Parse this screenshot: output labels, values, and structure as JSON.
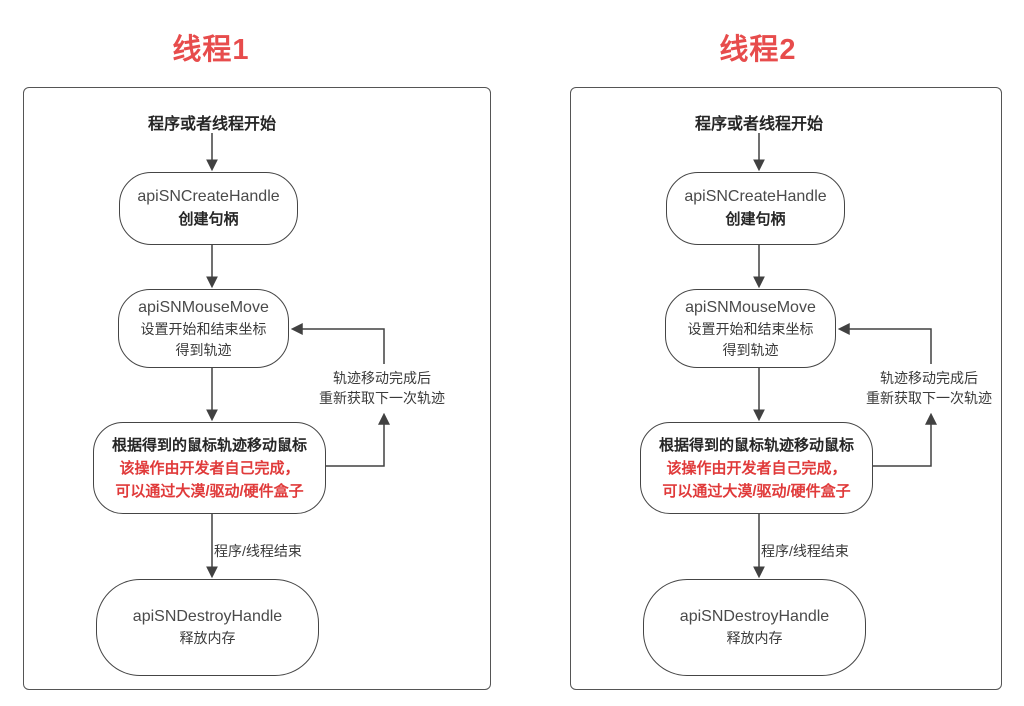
{
  "colors": {
    "title_red": "#e74c4c",
    "warning_red": "#e03a3a",
    "line": "#414141",
    "node_border": "#454545",
    "frame_border": "#555555",
    "text_dark": "#262626",
    "text_gray": "#4a4a4a"
  },
  "diagrams": [
    {
      "title": "线程1",
      "start_label": "程序或者线程开始",
      "nodes": {
        "create": {
          "line1": "apiSNCreateHandle",
          "line2": "创建句柄"
        },
        "mousemove": {
          "line1": "apiSNMouseMove",
          "line2": "设置开始和结束坐标",
          "line3": "得到轨迹"
        },
        "move": {
          "line1": "根据得到的鼠标轨迹移动鼠标",
          "line2": "该操作由开发者自己完成，",
          "line3": "可以通过大漠/驱动/硬件盒子"
        },
        "destroy": {
          "line1": "apiSNDestroyHandle",
          "line2": "释放内存"
        }
      },
      "edge_labels": {
        "loop_line1": "轨迹移动完成后",
        "loop_line2": "重新获取下一次轨迹",
        "end": "程序/线程结束"
      }
    },
    {
      "title": "线程2",
      "start_label": "程序或者线程开始",
      "nodes": {
        "create": {
          "line1": "apiSNCreateHandle",
          "line2": "创建句柄"
        },
        "mousemove": {
          "line1": "apiSNMouseMove",
          "line2": "设置开始和结束坐标",
          "line3": "得到轨迹"
        },
        "move": {
          "line1": "根据得到的鼠标轨迹移动鼠标",
          "line2": "该操作由开发者自己完成，",
          "line3": "可以通过大漠/驱动/硬件盒子"
        },
        "destroy": {
          "line1": "apiSNDestroyHandle",
          "line2": "释放内存"
        }
      },
      "edge_labels": {
        "loop_line1": "轨迹移动完成后",
        "loop_line2": "重新获取下一次轨迹",
        "end": "程序/线程结束"
      }
    }
  ]
}
